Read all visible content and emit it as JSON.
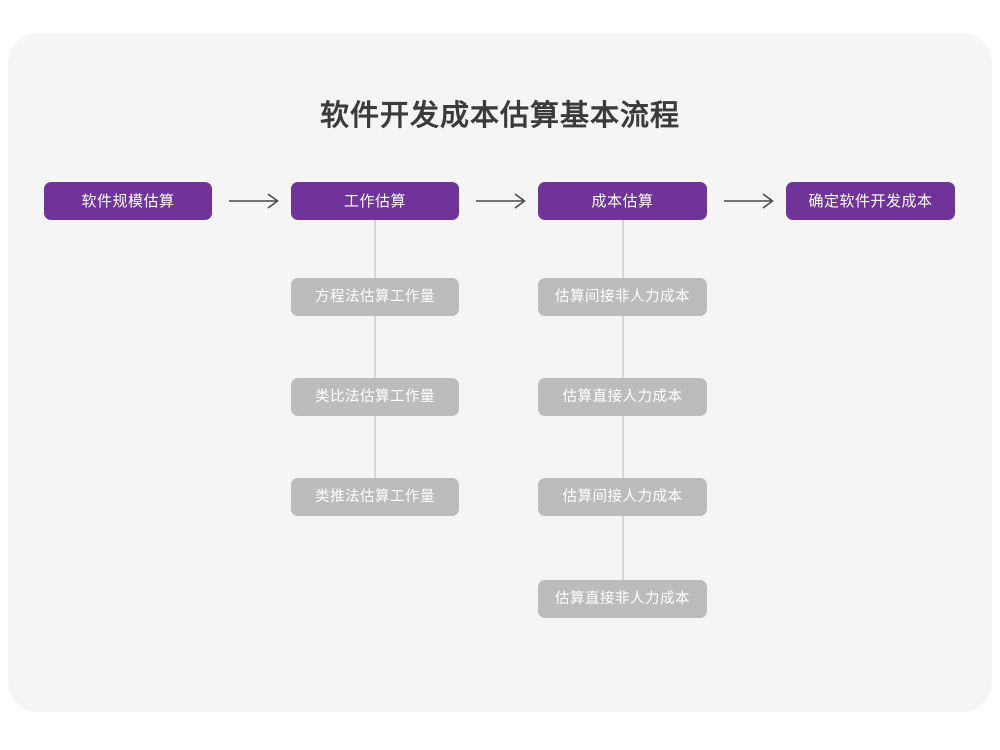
{
  "page": {
    "title": "软件开发成本估算基本流程",
    "card_background": "#f5f5f5",
    "page_background": "#ffffff"
  },
  "colors": {
    "primary_node": "#70339a",
    "secondary_node": "#bcbcbc",
    "node_text": "#ffffff",
    "title_text": "#3b3b3b",
    "connector_line": "#d6d6d6",
    "arrow": "#4a4a4a"
  },
  "flow": {
    "main_steps": [
      {
        "id": "scale",
        "label": "软件规模估算"
      },
      {
        "id": "effort",
        "label": "工作估算"
      },
      {
        "id": "cost",
        "label": "成本估算"
      },
      {
        "id": "final",
        "label": "确定软件开发成本"
      }
    ],
    "arrows": [
      {
        "id": "arrow-1",
        "glyph": "arrow-right-icon",
        "from": "scale",
        "to": "effort"
      },
      {
        "id": "arrow-2",
        "glyph": "arrow-right-icon",
        "from": "effort",
        "to": "cost"
      },
      {
        "id": "arrow-3",
        "glyph": "arrow-right-icon",
        "from": "cost",
        "to": "final"
      }
    ],
    "sub_steps": {
      "effort": [
        {
          "id": "equation",
          "label": "方程法估算工作量"
        },
        {
          "id": "analogy",
          "label": "类比法估算工作量"
        },
        {
          "id": "deduction",
          "label": "类推法估算工作量"
        }
      ],
      "cost": [
        {
          "id": "indirect-nonlabor",
          "label": "估算间接非人力成本"
        },
        {
          "id": "direct-labor",
          "label": "估算直接人力成本"
        },
        {
          "id": "indirect-labor",
          "label": "估算间接人力成本"
        },
        {
          "id": "direct-nonlabor",
          "label": "估算直接非人力成本"
        }
      ]
    }
  },
  "chart_data": {
    "type": "diagram",
    "title": "软件开发成本估算基本流程",
    "nodes": [
      {
        "id": "scale",
        "label": "软件规模估算",
        "level": 1,
        "column": 1
      },
      {
        "id": "effort",
        "label": "工作估算",
        "level": 1,
        "column": 2
      },
      {
        "id": "cost",
        "label": "成本估算",
        "level": 1,
        "column": 3
      },
      {
        "id": "final",
        "label": "确定软件开发成本",
        "level": 1,
        "column": 4
      },
      {
        "id": "equation",
        "label": "方程法估算工作量",
        "level": 2,
        "column": 2
      },
      {
        "id": "analogy",
        "label": "类比法估算工作量",
        "level": 2,
        "column": 2
      },
      {
        "id": "deduction",
        "label": "类推法估算工作量",
        "level": 2,
        "column": 2
      },
      {
        "id": "indirect-nonlabor",
        "label": "估算间接非人力成本",
        "level": 2,
        "column": 3
      },
      {
        "id": "direct-labor",
        "label": "估算直接人力成本",
        "level": 2,
        "column": 3
      },
      {
        "id": "indirect-labor",
        "label": "估算间接人力成本",
        "level": 2,
        "column": 3
      },
      {
        "id": "direct-nonlabor",
        "label": "估算直接非人力成本",
        "level": 2,
        "column": 3
      }
    ],
    "edges": [
      {
        "from": "scale",
        "to": "effort",
        "style": "arrow"
      },
      {
        "from": "effort",
        "to": "cost",
        "style": "arrow"
      },
      {
        "from": "cost",
        "to": "final",
        "style": "arrow"
      },
      {
        "from": "effort",
        "to": "equation",
        "style": "line"
      },
      {
        "from": "effort",
        "to": "analogy",
        "style": "line"
      },
      {
        "from": "effort",
        "to": "deduction",
        "style": "line"
      },
      {
        "from": "cost",
        "to": "indirect-nonlabor",
        "style": "line"
      },
      {
        "from": "cost",
        "to": "direct-labor",
        "style": "line"
      },
      {
        "from": "cost",
        "to": "indirect-labor",
        "style": "line"
      },
      {
        "from": "cost",
        "to": "direct-nonlabor",
        "style": "line"
      }
    ]
  }
}
